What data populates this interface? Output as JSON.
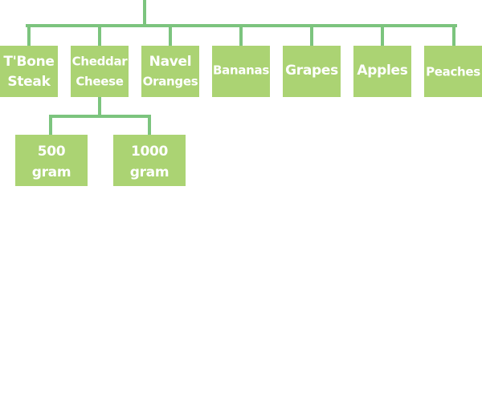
{
  "colors": {
    "node_fill": "#abd373",
    "connector": "#7cc47e",
    "label_text": "#ffffff",
    "background": "#ffffff"
  },
  "tree": {
    "top_level": [
      {
        "id": "tbone",
        "lines": [
          "T'Bone",
          "Steak"
        ]
      },
      {
        "id": "cheddar",
        "lines": [
          "Cheddar",
          "Cheese"
        ]
      },
      {
        "id": "navel",
        "lines": [
          "Navel",
          "Oranges"
        ]
      },
      {
        "id": "bananas",
        "lines": [
          "Bananas"
        ]
      },
      {
        "id": "grapes",
        "lines": [
          "Grapes"
        ]
      },
      {
        "id": "apples",
        "lines": [
          "Apples"
        ]
      },
      {
        "id": "peaches",
        "lines": [
          "Peaches"
        ]
      }
    ],
    "children": {
      "parent": "cheddar",
      "items": [
        {
          "id": "500g",
          "lines": [
            "500",
            "gram"
          ]
        },
        {
          "id": "1000g",
          "lines": [
            "1000",
            "gram"
          ]
        }
      ]
    }
  }
}
